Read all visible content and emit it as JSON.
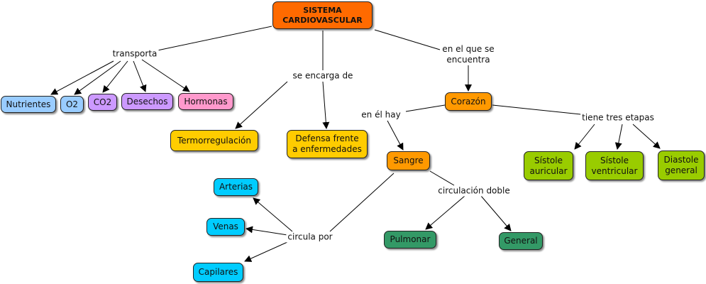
{
  "colors": {
    "root": "#FF6A00",
    "transport_blue": "#99CCFF",
    "transport_purple": "#CC99FF",
    "transport_pink": "#FF99CC",
    "yellow": "#FFCC00",
    "orange": "#FF9900",
    "green": "#99CC00",
    "cyan": "#00CCFF",
    "dark_green": "#339966"
  },
  "nodes": {
    "root": "SISTEMA\nCARDIOVASCULAR",
    "nutrientes": "Nutrientes",
    "o2": "O2",
    "co2": "CO2",
    "desechos": "Desechos",
    "hormonas": "Hormonas",
    "termorregulacion": "Termorregulación",
    "defensa": "Defensa frente\na enfermedades",
    "corazon": "Corazón",
    "sangre": "Sangre",
    "sistole_auricular": "Sístole\nauricular",
    "sistole_ventricular": "Sístole\nventricular",
    "diastole": "Diastole\ngeneral",
    "arterias": "Arterias",
    "venas": "Venas",
    "capilares": "Capilares",
    "pulmonar": "Pulmonar",
    "general": "General"
  },
  "links": {
    "transporta": "transporta",
    "se_encarga_de": "se encarga de",
    "en_el_que": "en el que se\nencuentra",
    "en_el_hay": "en él hay",
    "tiene_tres_etapas": "tiene tres etapas",
    "circulacion_doble": "circulación doble",
    "circula_por": "circula por"
  }
}
